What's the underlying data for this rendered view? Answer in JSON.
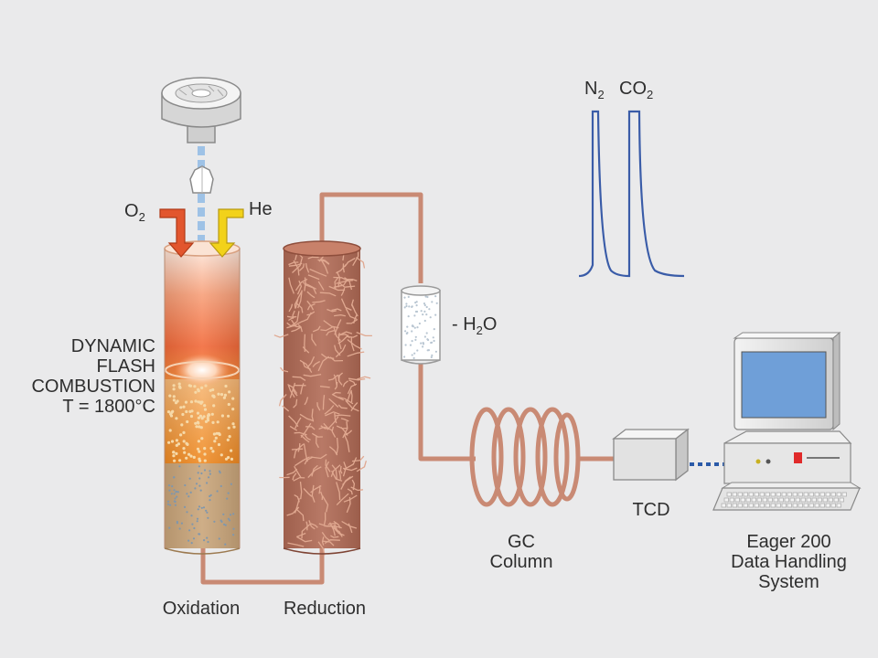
{
  "labels": {
    "o2": {
      "main": "O",
      "sub": "2"
    },
    "he": "He",
    "h2o": {
      "prefix": "- H",
      "sub": "2",
      "suffix": "O"
    },
    "combustion": [
      "DYNAMIC",
      "FLASH",
      "COMBUSTION",
      "T = 1800°C"
    ],
    "oxidation": "Oxidation",
    "reduction": "Reduction",
    "gc_column": [
      "GC",
      "Column"
    ],
    "tcd": "TCD",
    "eager": [
      "Eager 200",
      "Data Handling",
      "System"
    ],
    "peak_n2": {
      "main": "N",
      "sub": "2"
    },
    "peak_co2": {
      "main": "CO",
      "sub": "2"
    }
  },
  "colors": {
    "background": "#eaeaeb",
    "tubing": "#c98a74",
    "o2_arrow": "#e2562e",
    "he_arrow": "#f2d21a",
    "sample_flow": "#9ec2e6",
    "chromatogram": "#3a5ca8",
    "monitor_screen": "#6f9fd8",
    "reduction_column": "#b06a55"
  },
  "icons": [
    "autosampler-icon",
    "sample-capsule-icon",
    "computer-icon"
  ]
}
